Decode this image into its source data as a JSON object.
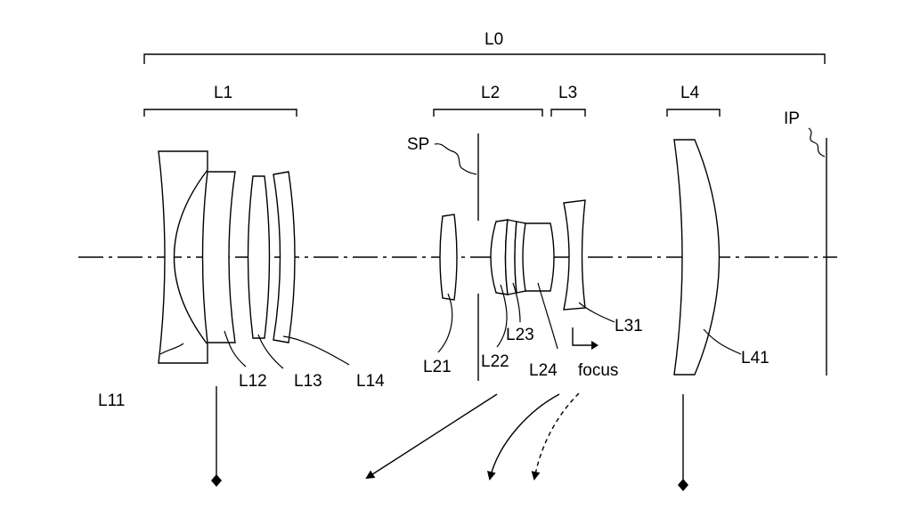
{
  "labels": {
    "L0": "L0",
    "L1": "L1",
    "L2": "L2",
    "L3": "L3",
    "L4": "L4",
    "IP": "IP",
    "SP": "SP",
    "L11": "L11",
    "L12": "L12",
    "L13": "L13",
    "L14": "L14",
    "L21": "L21",
    "L22": "L22",
    "L23": "L23",
    "L24": "L24",
    "L31": "L31",
    "L41": "L41",
    "focus": "focus"
  },
  "colors": {
    "ink": "#000000",
    "background": "#ffffff"
  }
}
